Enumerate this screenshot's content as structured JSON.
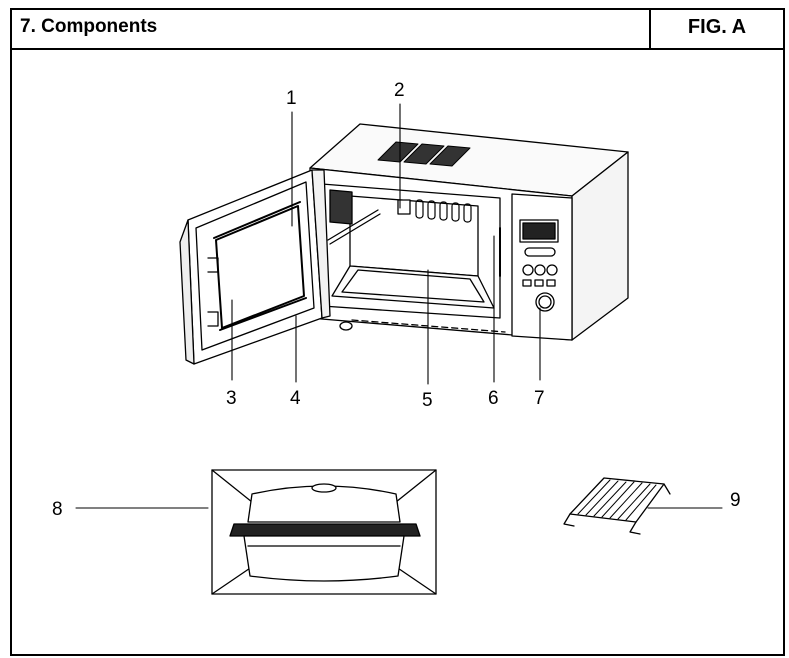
{
  "header": {
    "title": "7. Components",
    "figure": "FIG. A"
  },
  "callouts": [
    "1",
    "2",
    "3",
    "4",
    "5",
    "6",
    "7",
    "8",
    "9"
  ]
}
